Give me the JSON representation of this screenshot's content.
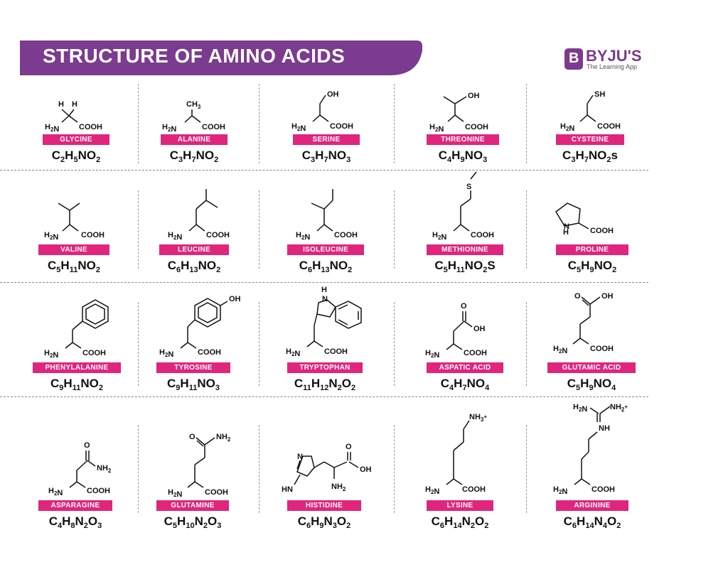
{
  "header": {
    "title": "STRUCTURE OF AMINO ACIDS",
    "banner_color": "#7b3b8e"
  },
  "logo": {
    "mark": "B",
    "name": "BYJU'S",
    "tagline": "The Learning App",
    "color": "#7b3b8e"
  },
  "label_color": "#e0257c",
  "amino_acids": [
    {
      "name": "GLYCINE",
      "formula": "C2H5NO2",
      "formula_parts": [
        [
          "C",
          "2"
        ],
        [
          "H",
          "5"
        ],
        [
          "N",
          ""
        ],
        [
          "O",
          "2"
        ]
      ]
    },
    {
      "name": "ALANINE",
      "formula": "C3H7NO2",
      "formula_parts": [
        [
          "C",
          "3"
        ],
        [
          "H",
          "7"
        ],
        [
          "N",
          ""
        ],
        [
          "O",
          "2"
        ]
      ]
    },
    {
      "name": "SERINE",
      "formula": "C3H7NO3",
      "formula_parts": [
        [
          "C",
          "3"
        ],
        [
          "H",
          "7"
        ],
        [
          "N",
          ""
        ],
        [
          "O",
          "3"
        ]
      ]
    },
    {
      "name": "THREONINE",
      "formula": "C4H9NO3",
      "formula_parts": [
        [
          "C",
          "4"
        ],
        [
          "H",
          "9"
        ],
        [
          "N",
          ""
        ],
        [
          "O",
          "3"
        ]
      ]
    },
    {
      "name": "CYSTEINE",
      "formula": "C3H7NO2s",
      "formula_parts": [
        [
          "C",
          "3"
        ],
        [
          "H",
          "7"
        ],
        [
          "N",
          ""
        ],
        [
          "O",
          "2"
        ],
        [
          "s",
          ""
        ]
      ]
    },
    {
      "name": "VALINE",
      "formula": "C5H11NO2",
      "formula_parts": [
        [
          "C",
          "5"
        ],
        [
          "H",
          "11"
        ],
        [
          "N",
          ""
        ],
        [
          "O",
          "2"
        ]
      ]
    },
    {
      "name": "LEUCINE",
      "formula": "C6H13NO2",
      "formula_parts": [
        [
          "C",
          "6"
        ],
        [
          "H",
          "13"
        ],
        [
          "N",
          ""
        ],
        [
          "O",
          "2"
        ]
      ]
    },
    {
      "name": "ISOLEUCINE",
      "formula": "C6H13NO2",
      "formula_parts": [
        [
          "C",
          "6"
        ],
        [
          "H",
          "13"
        ],
        [
          "N",
          ""
        ],
        [
          "O",
          "2"
        ]
      ]
    },
    {
      "name": "METHIONINE",
      "formula": "C5H11NO2S",
      "formula_parts": [
        [
          "C",
          "5"
        ],
        [
          "H",
          "11"
        ],
        [
          "N",
          ""
        ],
        [
          "O",
          "2"
        ],
        [
          "S",
          ""
        ]
      ]
    },
    {
      "name": "PROLINE",
      "formula": "C5H9NO2",
      "formula_parts": [
        [
          "C",
          "5"
        ],
        [
          "H",
          "9"
        ],
        [
          "N",
          ""
        ],
        [
          "O",
          "2"
        ]
      ]
    },
    {
      "name": "PHENYLALANINE",
      "formula": "C9H11NO2",
      "formula_parts": [
        [
          "C",
          "9"
        ],
        [
          "H",
          "11"
        ],
        [
          "N",
          ""
        ],
        [
          "O",
          "2"
        ]
      ]
    },
    {
      "name": "TYROSINE",
      "formula": "C9H11NO3",
      "formula_parts": [
        [
          "C",
          "9"
        ],
        [
          "H",
          "11"
        ],
        [
          "N",
          ""
        ],
        [
          "O",
          "3"
        ]
      ]
    },
    {
      "name": "TRYPTOPHAN",
      "formula": "C11H12N2O2",
      "formula_parts": [
        [
          "C",
          "11"
        ],
        [
          "H",
          "12"
        ],
        [
          "N",
          "2"
        ],
        [
          "O",
          "2"
        ]
      ]
    },
    {
      "name": "ASPATIC ACID",
      "formula": "C4H7NO4",
      "formula_parts": [
        [
          "C",
          "4"
        ],
        [
          "H",
          "7"
        ],
        [
          "N",
          ""
        ],
        [
          "O",
          "4"
        ]
      ]
    },
    {
      "name": "GLUTAMIC ACID",
      "formula": "C5H9NO4",
      "formula_parts": [
        [
          "C",
          "5"
        ],
        [
          "H",
          "9"
        ],
        [
          "N",
          ""
        ],
        [
          "O",
          "4"
        ]
      ]
    },
    {
      "name": "ASPARAGINE",
      "formula": "C4H8N2O3",
      "formula_parts": [
        [
          "C",
          "4"
        ],
        [
          "H",
          "8"
        ],
        [
          "N",
          "2"
        ],
        [
          "O",
          "3"
        ]
      ]
    },
    {
      "name": "GLUTAMINE",
      "formula": "C5H10N2O3",
      "formula_parts": [
        [
          "C",
          "5"
        ],
        [
          "H",
          "10"
        ],
        [
          "N",
          "2"
        ],
        [
          "O",
          "3"
        ]
      ]
    },
    {
      "name": "HISTIDINE",
      "formula": "C6H9N3O2",
      "formula_parts": [
        [
          "C",
          "6"
        ],
        [
          "H",
          "9"
        ],
        [
          "N",
          "3"
        ],
        [
          "O",
          "2"
        ]
      ]
    },
    {
      "name": "LYSINE",
      "formula": "C6H14N2O2",
      "formula_parts": [
        [
          "C",
          "6"
        ],
        [
          "H",
          "14"
        ],
        [
          "N",
          "2"
        ],
        [
          "O",
          "2"
        ]
      ]
    },
    {
      "name": "ARGININE",
      "formula": "C6H14N4O2",
      "formula_parts": [
        [
          "C",
          "6"
        ],
        [
          "H",
          "14"
        ],
        [
          "N",
          "4"
        ],
        [
          "O",
          "2"
        ]
      ]
    }
  ],
  "atoms": {
    "h": "H",
    "h2n": "H2N",
    "cooh": "COOH",
    "ch3": "CH3",
    "oh": "OH",
    "sh": "SH",
    "s": "S",
    "nh": "NH",
    "n_h": "H",
    "n": "N",
    "o": "O",
    "nh2": "NH2",
    "hn": "HN",
    "nh3plus": "NH3+",
    "h2n_plus": "H2N",
    "nh2plus": "NH2+"
  }
}
